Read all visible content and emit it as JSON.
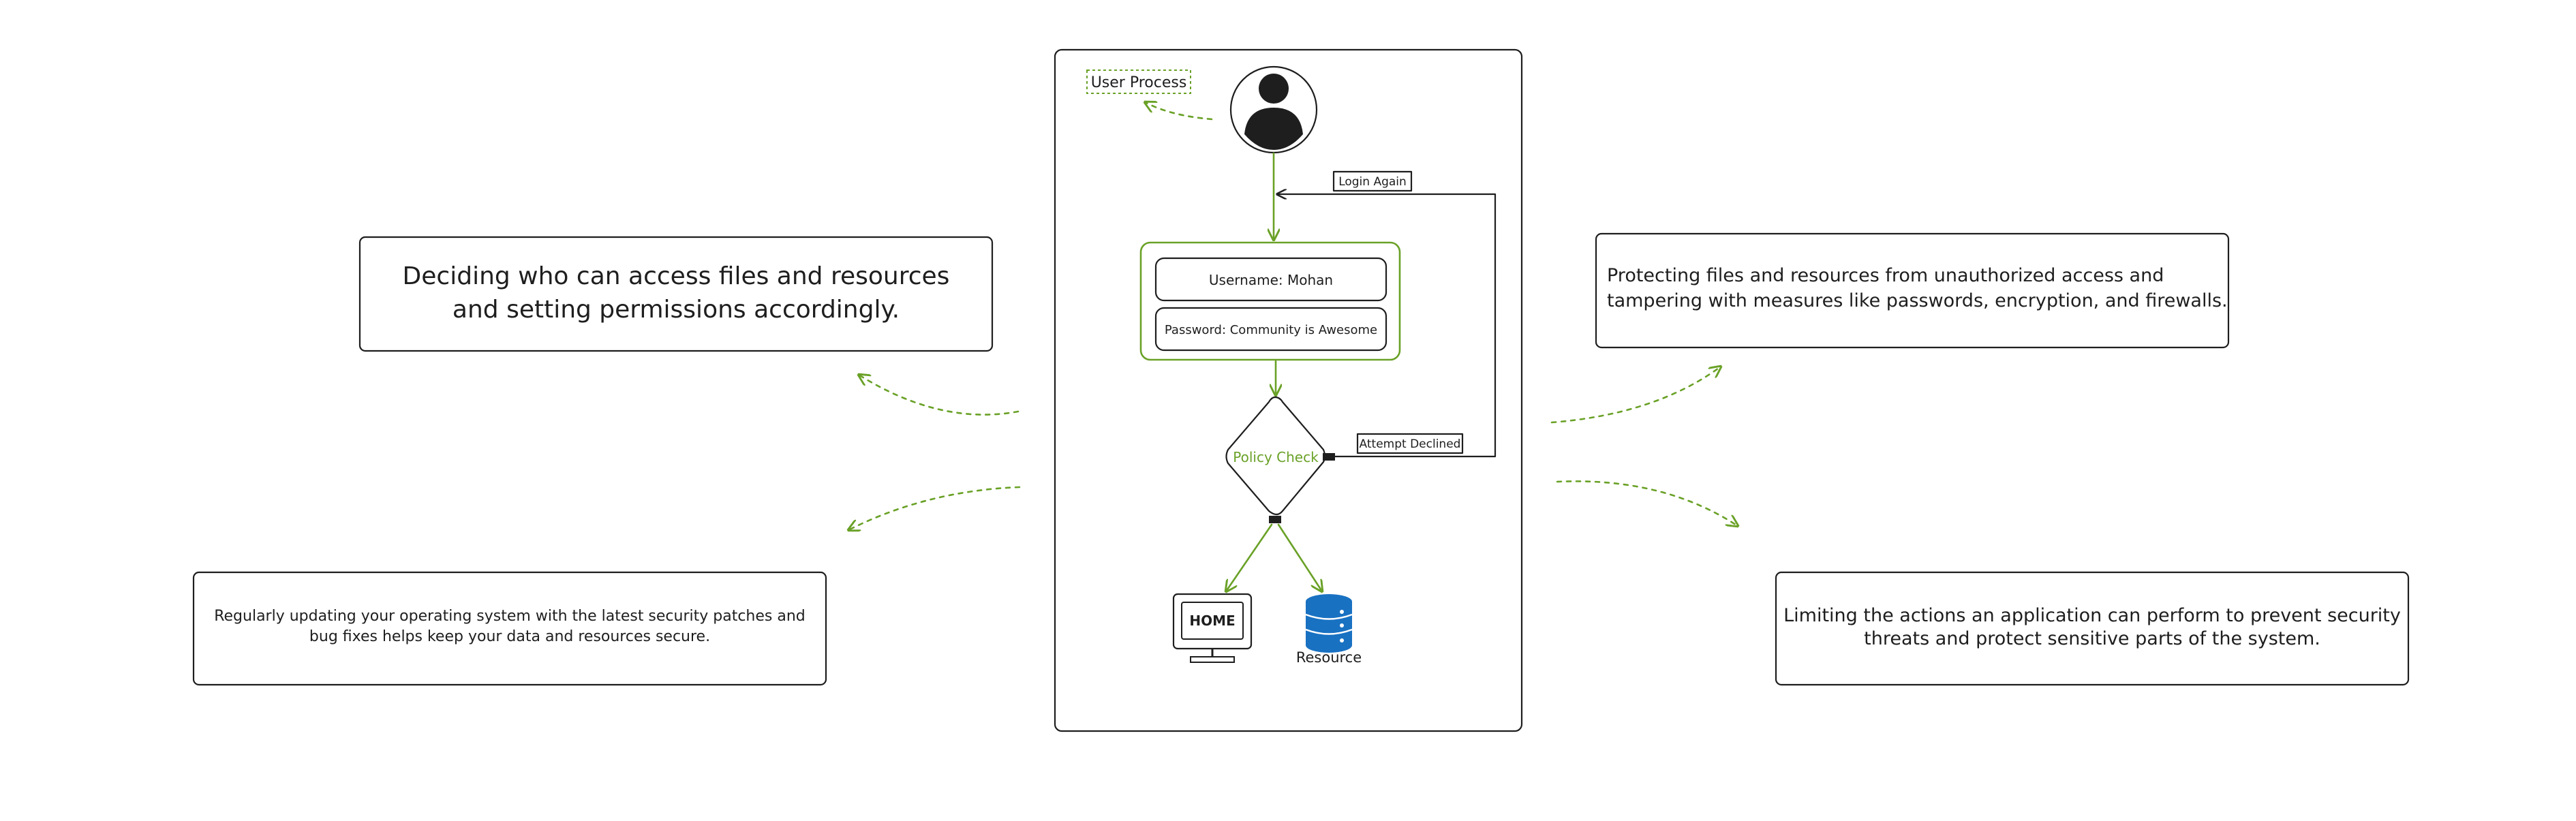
{
  "flow": {
    "user_process_label": "User Process",
    "username_field": "Username: Mohan",
    "password_field": "Password: Community is Awesome",
    "policy_check_label": "Policy Check",
    "login_again_label": "Login Again",
    "attempt_declined_label": "Attempt Declined",
    "home_label": "HOME",
    "resource_label": "Resource"
  },
  "notes": {
    "access_control": {
      "line1": "Deciding who can access files and resources",
      "line2": "and setting permissions accordingly."
    },
    "file_protection": {
      "line1": "Protecting files and resources from unauthorized access and",
      "line2": "tampering with measures like passwords, encryption, and firewalls."
    },
    "os_updates": {
      "line1": "Regularly updating your operating system with the latest security patches and",
      "line2": "bug fixes helps keep your data and resources secure."
    },
    "app_sandboxing": {
      "line1": "Limiting the actions an application can perform to prevent security",
      "line2": "threats and protect sensitive parts of the system."
    }
  },
  "colors": {
    "ink": "#1e1e1e",
    "accent_green": "#6aa127",
    "database_blue": "#1971c2"
  },
  "icons": {
    "user": "user-avatar-icon",
    "home": "monitor-icon",
    "resource": "database-icon"
  }
}
